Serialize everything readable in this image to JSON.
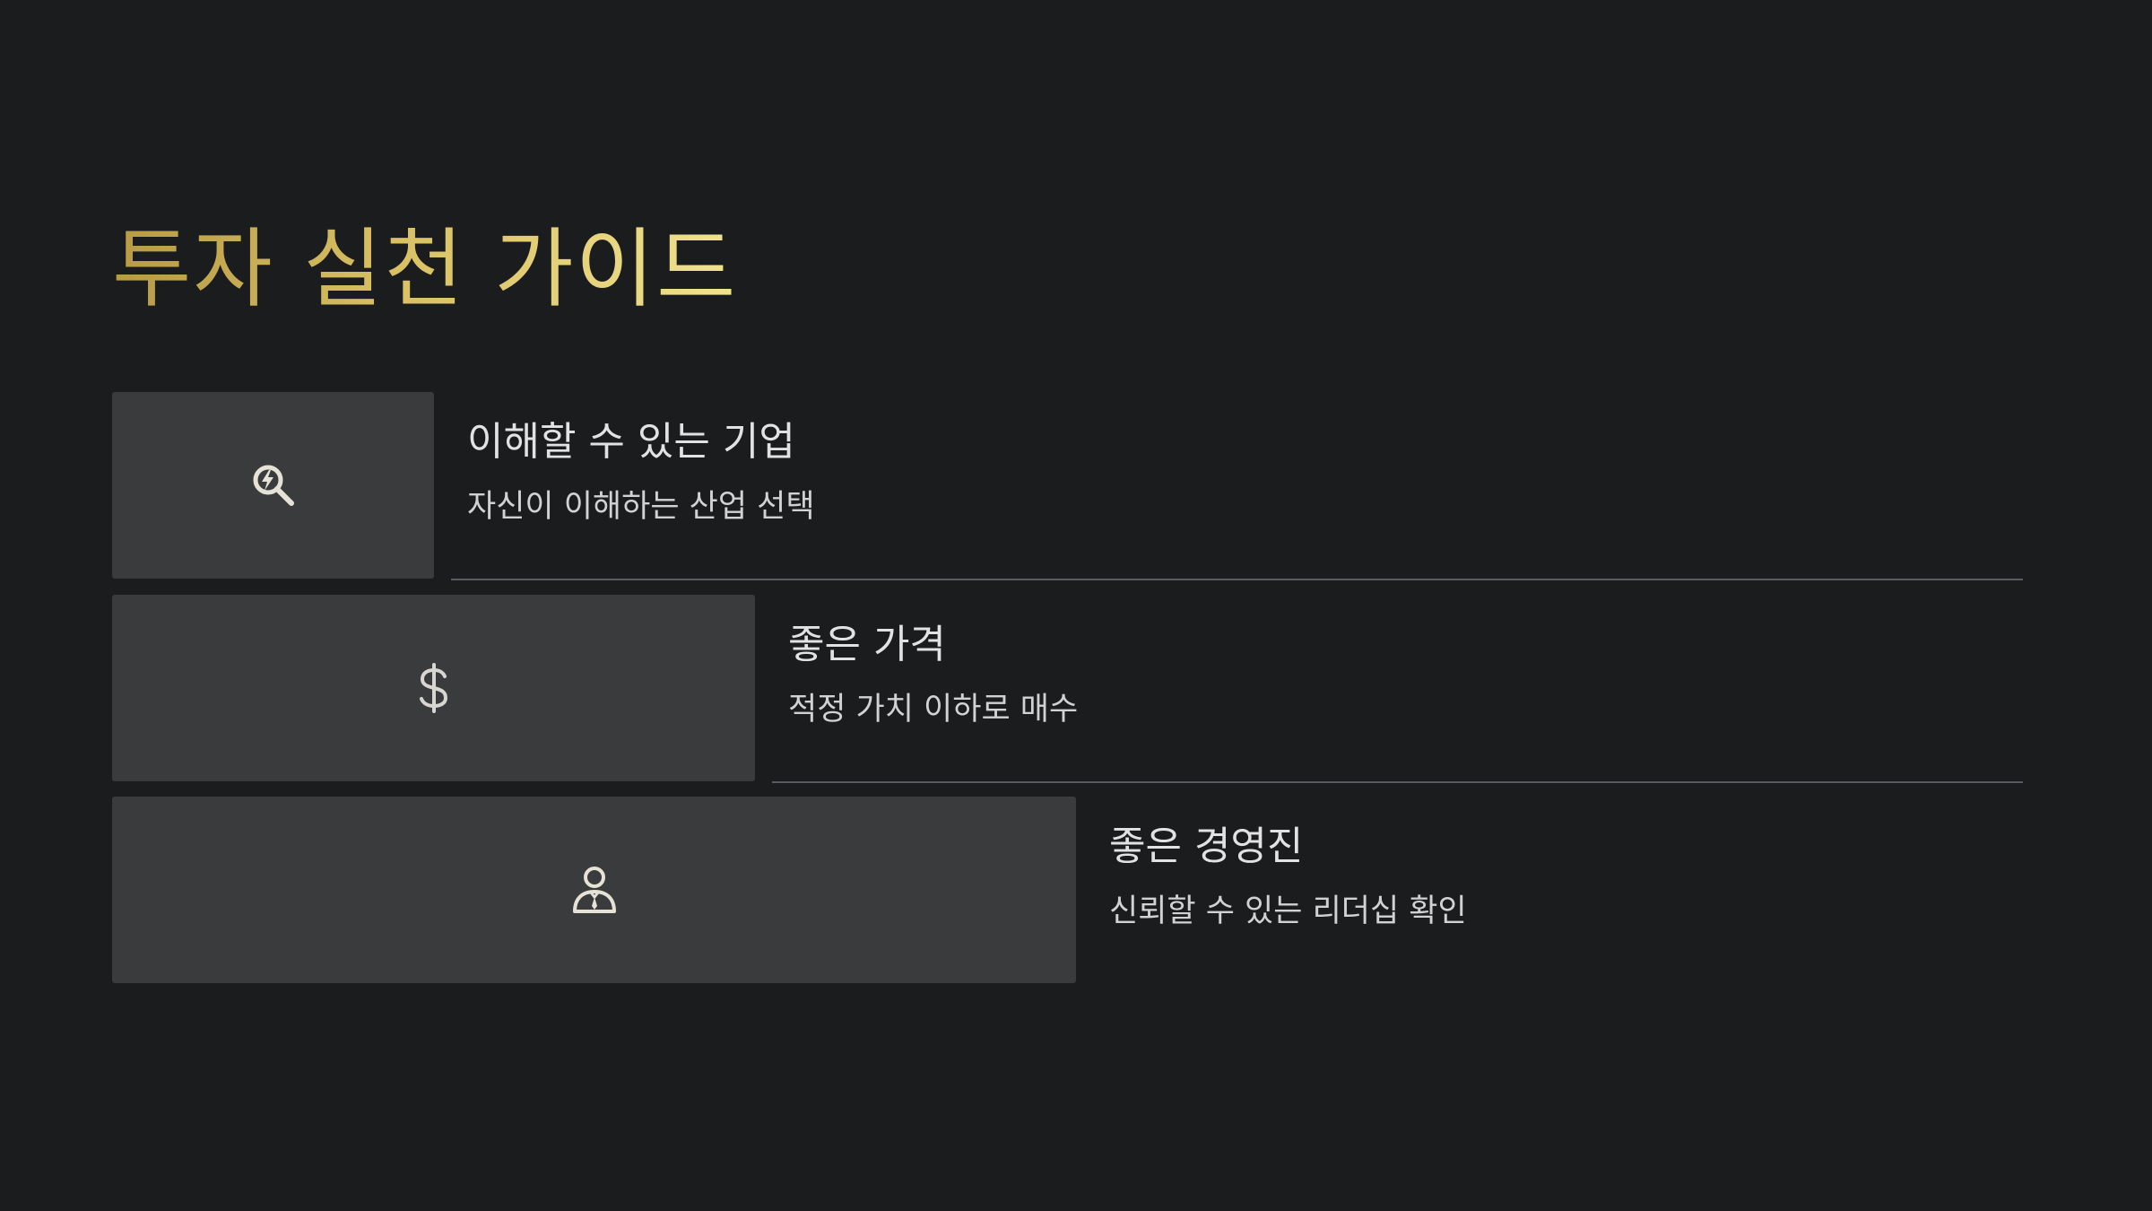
{
  "slide": {
    "title": "투자 실천 가이드",
    "items": [
      {
        "icon": "magnifier-lightning-icon",
        "title": "이해할 수 있는 기업",
        "description": "자신이 이해하는 산업 선택"
      },
      {
        "icon": "dollar-sign-icon",
        "title": "좋은 가격",
        "description": "적정 가치 이하로 매수"
      },
      {
        "icon": "person-leader-icon",
        "title": "좋은 경영진",
        "description": "신뢰할 수 있는 리더십 확인"
      }
    ]
  },
  "colors": {
    "background": "#1b1c1e",
    "card": "#3a3b3d",
    "title_gradient_start": "#b89a45",
    "title_gradient_end": "#f2e28f",
    "text_primary": "#e2e2e2",
    "text_secondary": "#d2d2d2",
    "divider": "#5a5b5e"
  }
}
